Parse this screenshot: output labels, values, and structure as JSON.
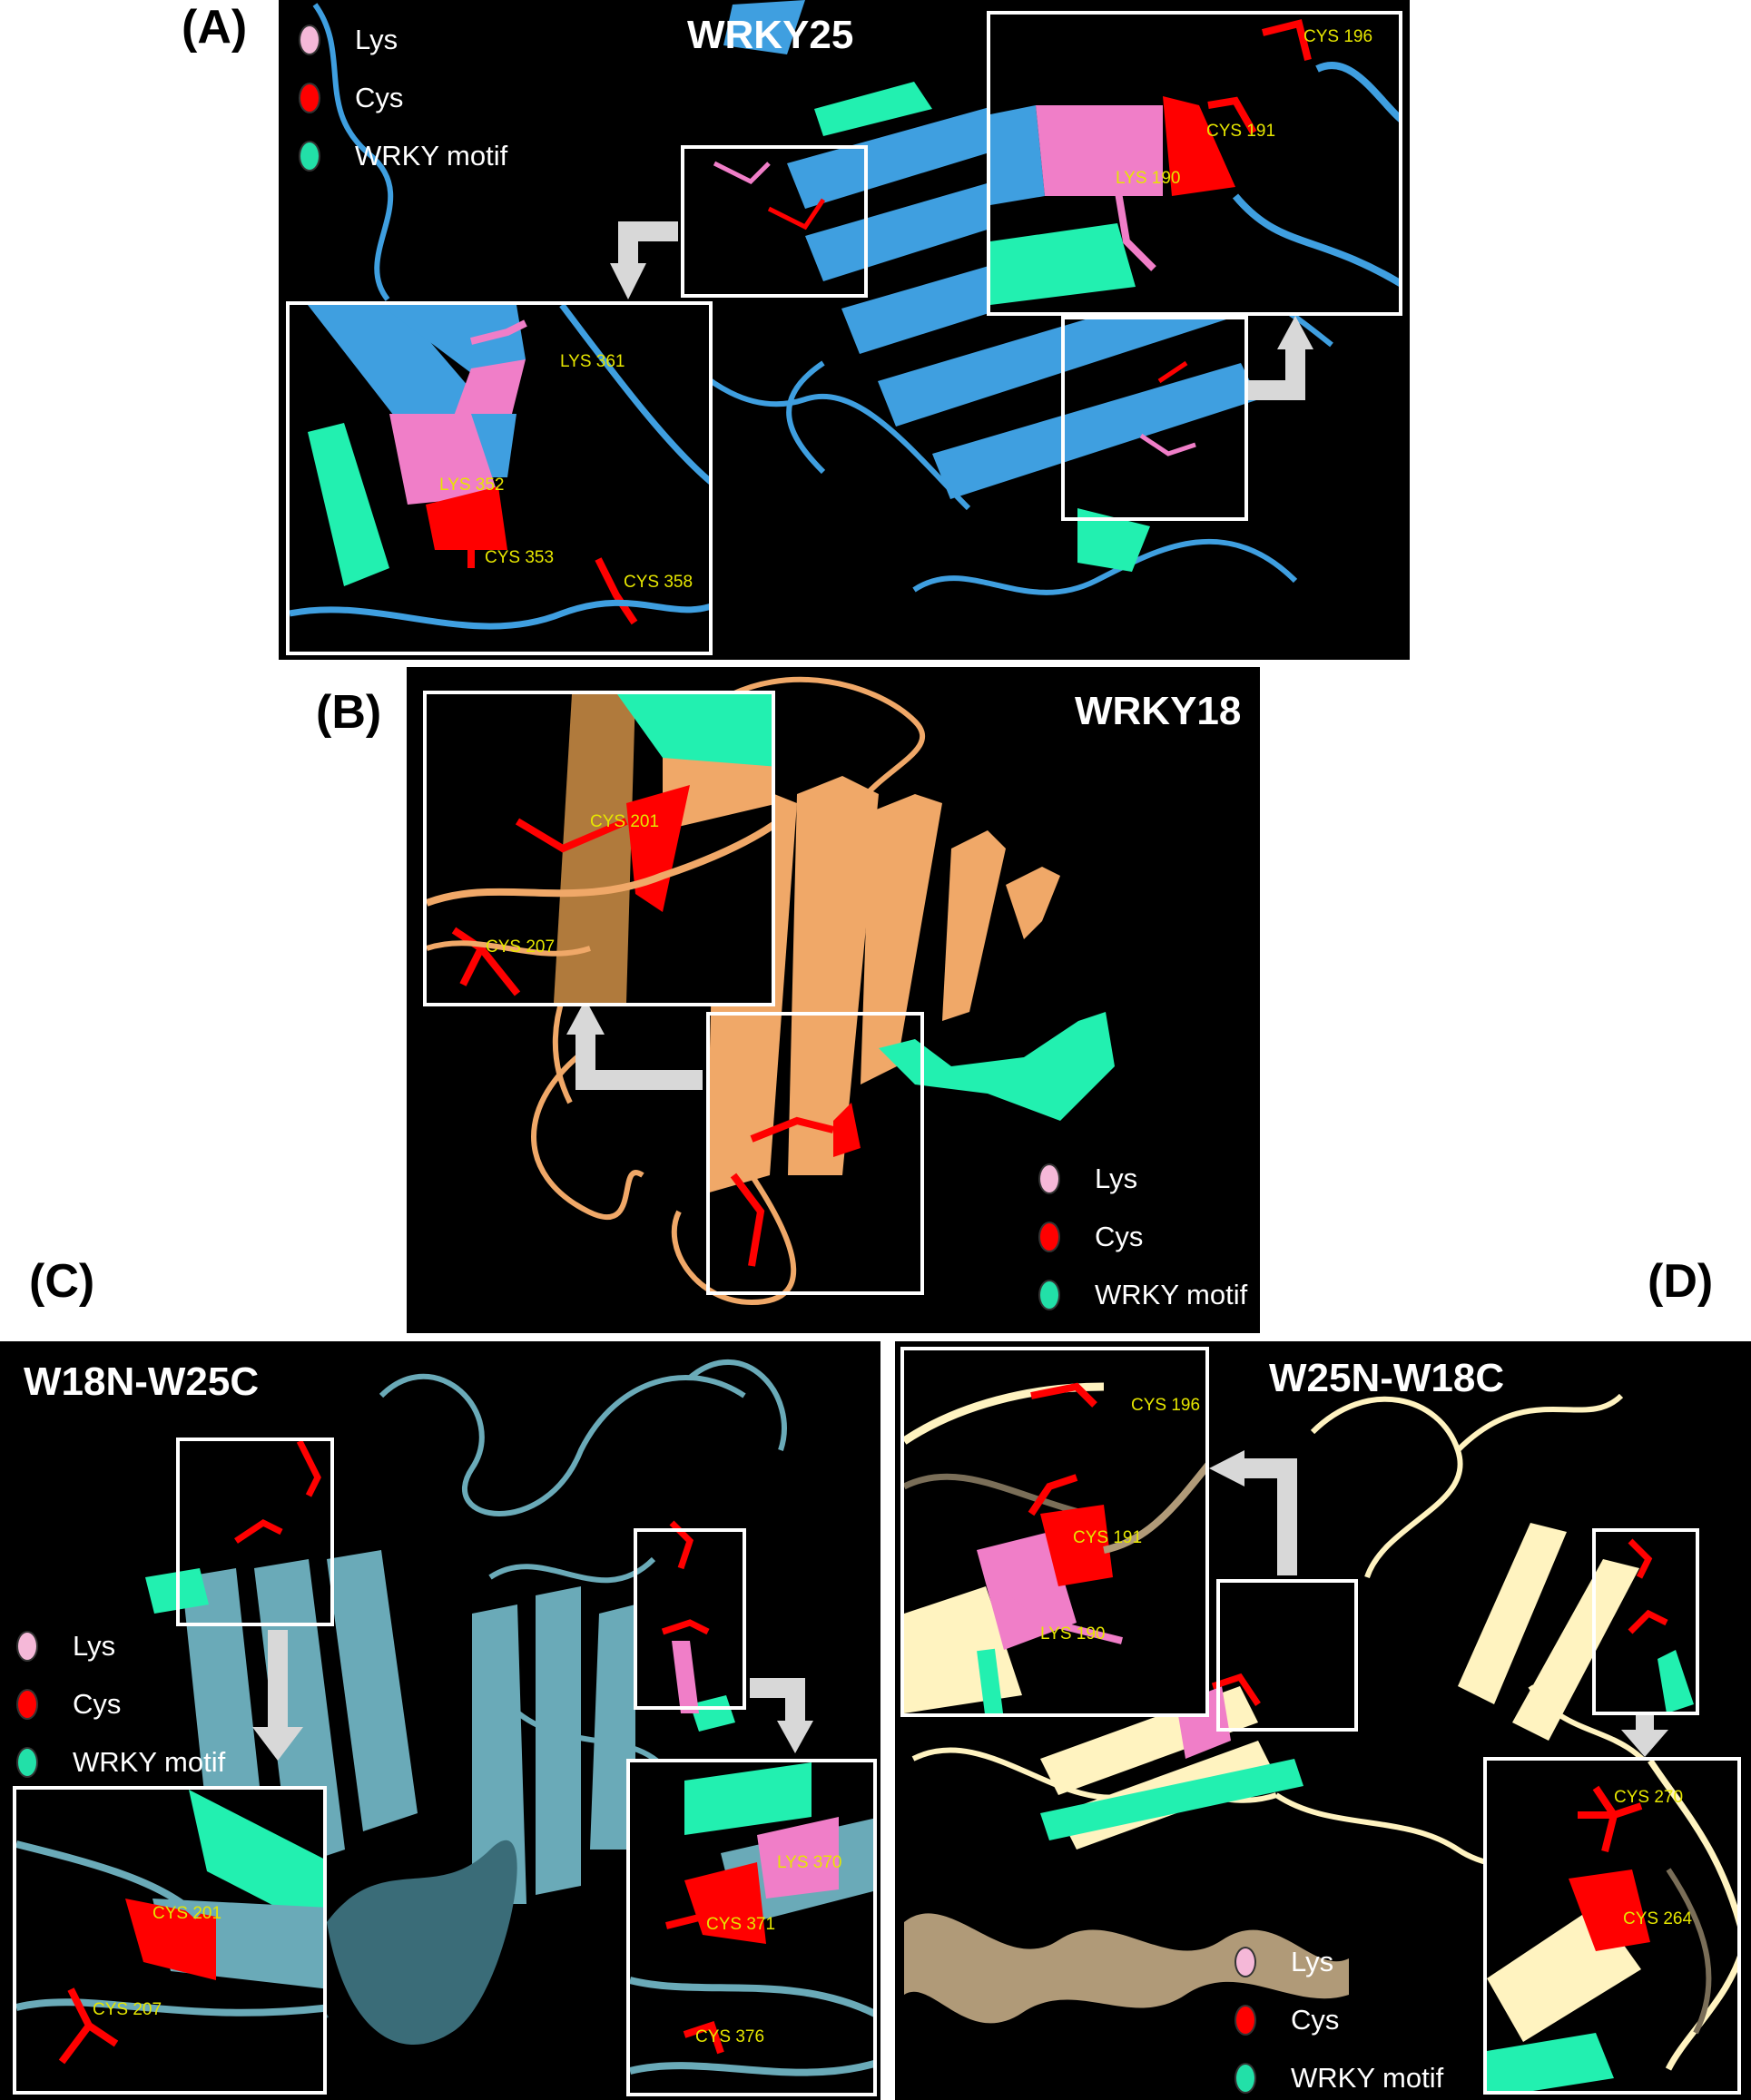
{
  "panels": {
    "A": {
      "letter": "(A)",
      "title": "WRKY25",
      "residues": [
        "CYS 196",
        "CYS 191",
        "LYS 190",
        "LYS 361",
        "LYS 352",
        "CYS 353",
        "CYS 358"
      ]
    },
    "B": {
      "letter": "(B)",
      "title": "WRKY18",
      "residues": [
        "CYS 201",
        "CYS 207"
      ]
    },
    "C": {
      "letter": "(C)",
      "title": "W18N-W25C",
      "residues": [
        "CYS 201",
        "CYS 207",
        "LYS 370",
        "CYS 371",
        "CYS 376"
      ]
    },
    "D": {
      "letter": "(D)",
      "title": "W25N-W18C",
      "residues": [
        "CYS 196",
        "CYS 191",
        "LYS 190",
        "CYS 270",
        "CYS 264"
      ]
    }
  },
  "legend": {
    "lys": "Lys",
    "cys": "Cys",
    "wrky": "WRKY motif"
  },
  "colors": {
    "lys": "#f07ec8",
    "cys": "#ff0000",
    "wrky": "#22f0b0",
    "wrky25": "#3f9fe0",
    "wrky18": "#f0a868",
    "w18n": "#6aaab8",
    "w25n": "#fff3c0"
  }
}
